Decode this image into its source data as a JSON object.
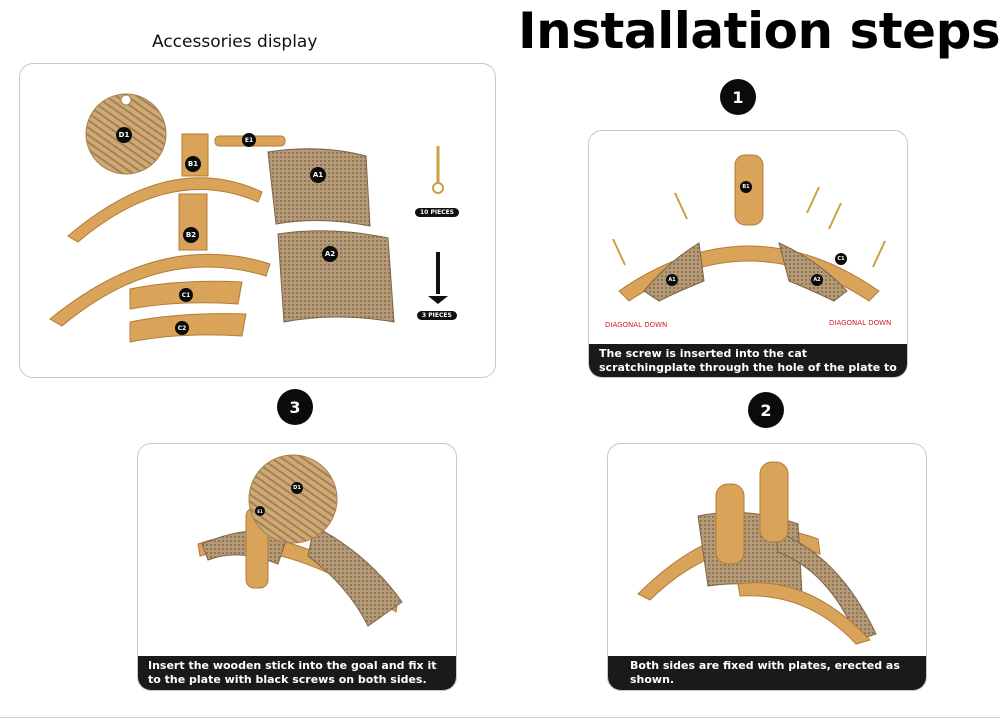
{
  "header": {
    "title": "Installation steps",
    "accessories_title": "Accessories display"
  },
  "accessories": {
    "parts": {
      "d1": "D1",
      "e1": "E1",
      "b1": "B1",
      "a1": "A1",
      "b2": "B2",
      "a2": "A2",
      "c1": "C1",
      "c2": "C2"
    },
    "screws": [
      {
        "label": "10 PIECES"
      },
      {
        "label": "3 PIECES"
      }
    ]
  },
  "steps": [
    {
      "number": "1",
      "caption": "The screw is inserted into the cat scratchingplate through the hole of the plate to fix it.",
      "left_note": "DIAGONAL DOWN",
      "right_note": "DIAGONAL DOWN",
      "labels": {
        "b1": "B1",
        "a1": "A1",
        "a2": "A2",
        "c1": "C1"
      }
    },
    {
      "number": "2",
      "caption": "Both sides are fixed with plates, erected as shown."
    },
    {
      "number": "3",
      "caption": "Insert the wooden stick into the goal and fix it to the plate with black screws on both sides.",
      "labels": {
        "d1": "D1",
        "e1": "E1"
      }
    }
  ],
  "colors": {
    "wood": "#d9a35a",
    "wood_dark": "#b47b34",
    "cardboard": "#b59a78",
    "rope": "#c9a577",
    "caption_bg": "#1a1a1a",
    "panel_border": "#cfc7bc"
  }
}
